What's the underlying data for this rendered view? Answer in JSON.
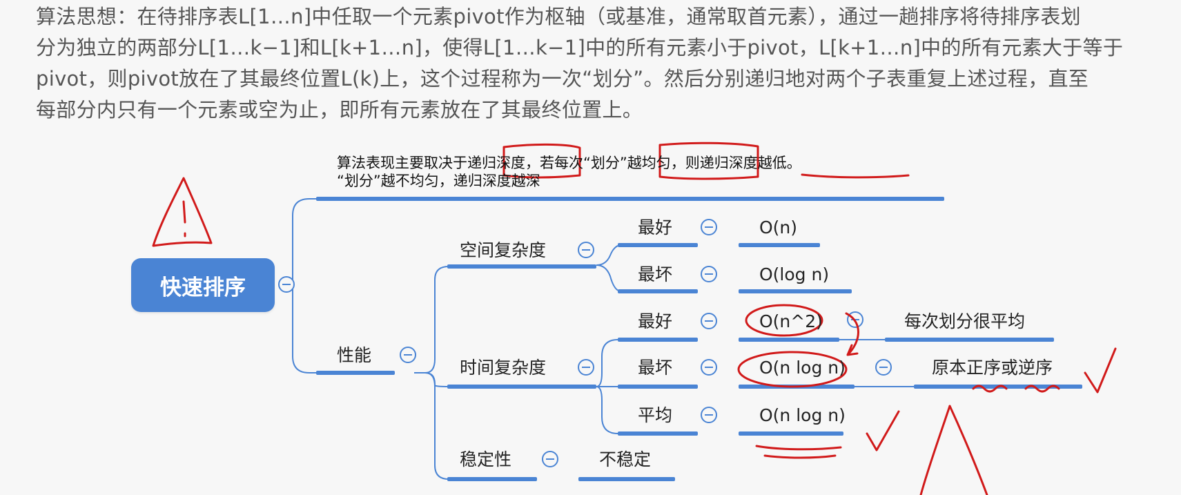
{
  "paragraph": {
    "lines": [
      "算法思想：在待排序表L[1…n]中任取一个元素pivot作为枢轴（或基准，通常取首元素），通过一趟排序将待排序表划",
      "分为独立的两部分L[1…k−1]和L[k+1…n]，使得L[1…k−1]中的所有元素小于pivot，L[k+1…n]中的所有元素大于等于",
      "pivot，则pivot放在了其最终位置L(k)上，这个过程称为一次“划分”。然后分别递归地对两个子表重复上述过程，直至",
      "每部分内只有一个元素或空为止，即所有元素放在了其最终位置上。"
    ]
  },
  "mindmap": {
    "root": "快速排序",
    "note_line1": "算法表现主要取决于递归深度，若每次“划分”越均匀，则递归深度越低。",
    "note_line2": "“划分”越不均匀，递归深度越深",
    "performance": "性能",
    "space": {
      "label": "空间复杂度",
      "best_label": "最好",
      "best_value": "O(n)",
      "worst_label": "最坏",
      "worst_value": "O(log n)"
    },
    "time": {
      "label": "时间复杂度",
      "best_label": "最好",
      "best_value": "O(n^2)",
      "best_note": "每次划分很平均",
      "worst_label": "最坏",
      "worst_value": "O(n log n)",
      "worst_note": "原本正序或逆序",
      "avg_label": "平均",
      "avg_value": "O(n log n)"
    },
    "stability": {
      "label": "稳定性",
      "value": "不稳定"
    }
  },
  "colors": {
    "accent": "#4a84d4",
    "connector": "#4a84d4",
    "annotation": "#d11a1a",
    "text": "#222222"
  }
}
